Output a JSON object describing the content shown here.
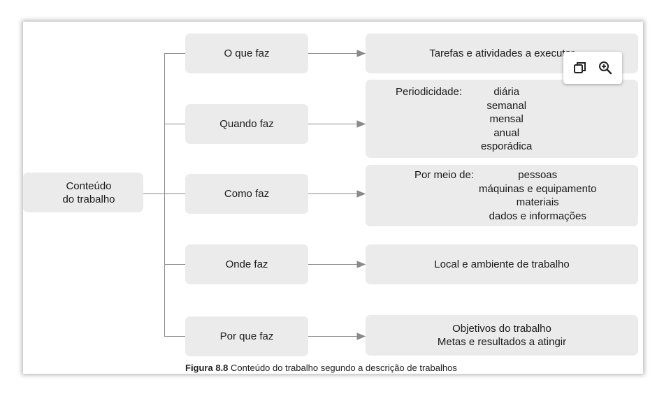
{
  "root": {
    "line1": "Conteúdo",
    "line2": "do trabalho"
  },
  "rows": [
    {
      "question": "O que faz",
      "detail": "Tarefas e atividades a executar"
    },
    {
      "question": "Quando faz",
      "detail_key": "Periodicidade:",
      "detail_items": [
        "diária",
        "semanal",
        "mensal",
        "anual",
        "esporádica"
      ]
    },
    {
      "question": "Como faz",
      "detail_key": "Por meio de:",
      "detail_items": [
        "pessoas",
        "máquinas e equipamento",
        "materiais",
        "dados e informações"
      ]
    },
    {
      "question": "Onde faz",
      "detail": "Local e ambiente de trabalho"
    },
    {
      "question": "Por que faz",
      "detail_lines": [
        "Objetivos do trabalho",
        "Metas e resultados a atingir"
      ]
    }
  ],
  "caption": {
    "label": "Figura 8.8",
    "text": " Conteúdo do trabalho segundo a descrição de trabalhos"
  },
  "toolbar": {
    "buttons": [
      "open-in-window-icon",
      "zoom-in-icon"
    ]
  },
  "colors": {
    "box_fill": "#ebebeb",
    "connector": "#8a8a8a"
  }
}
